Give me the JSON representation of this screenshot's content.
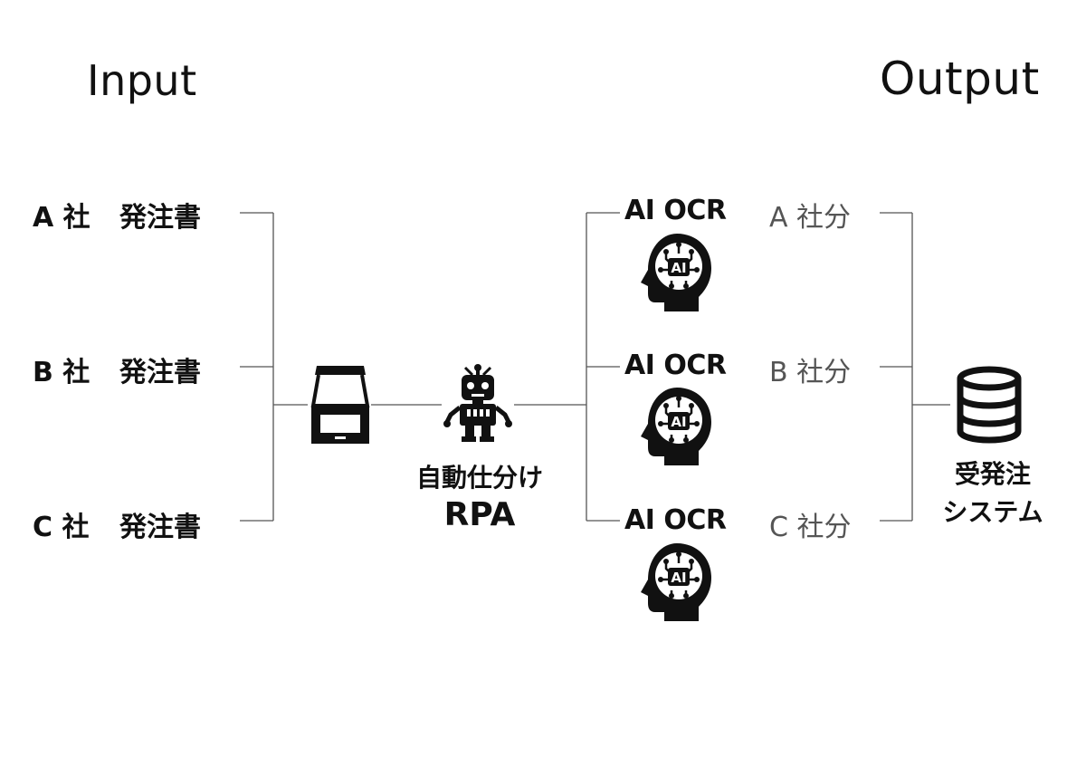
{
  "header": {
    "input_title": "Input",
    "output_title": "Output"
  },
  "inputs": [
    {
      "company": "A 社",
      "document": "発注書"
    },
    {
      "company": "B 社",
      "document": "発注書"
    },
    {
      "company": "C 社",
      "document": "発注書"
    }
  ],
  "process": {
    "scanner_icon": "scanner-icon",
    "robot_icon": "robot-icon",
    "label_line1": "自動仕分け",
    "label_line2": "RPA"
  },
  "ocr_branches": [
    {
      "engine": "AI OCR",
      "output": "A 社分",
      "icon": "ai-head-icon",
      "badge": "AI"
    },
    {
      "engine": "AI OCR",
      "output": "B 社分",
      "icon": "ai-head-icon",
      "badge": "AI"
    },
    {
      "engine": "AI OCR",
      "output": "C 社分",
      "icon": "ai-head-icon",
      "badge": "AI"
    }
  ],
  "destination": {
    "icon": "database-icon",
    "label_line1": "受発注",
    "label_line2": "システム"
  },
  "colors": {
    "text": "#111111",
    "line": "#555555",
    "muted_text": "#555555"
  }
}
